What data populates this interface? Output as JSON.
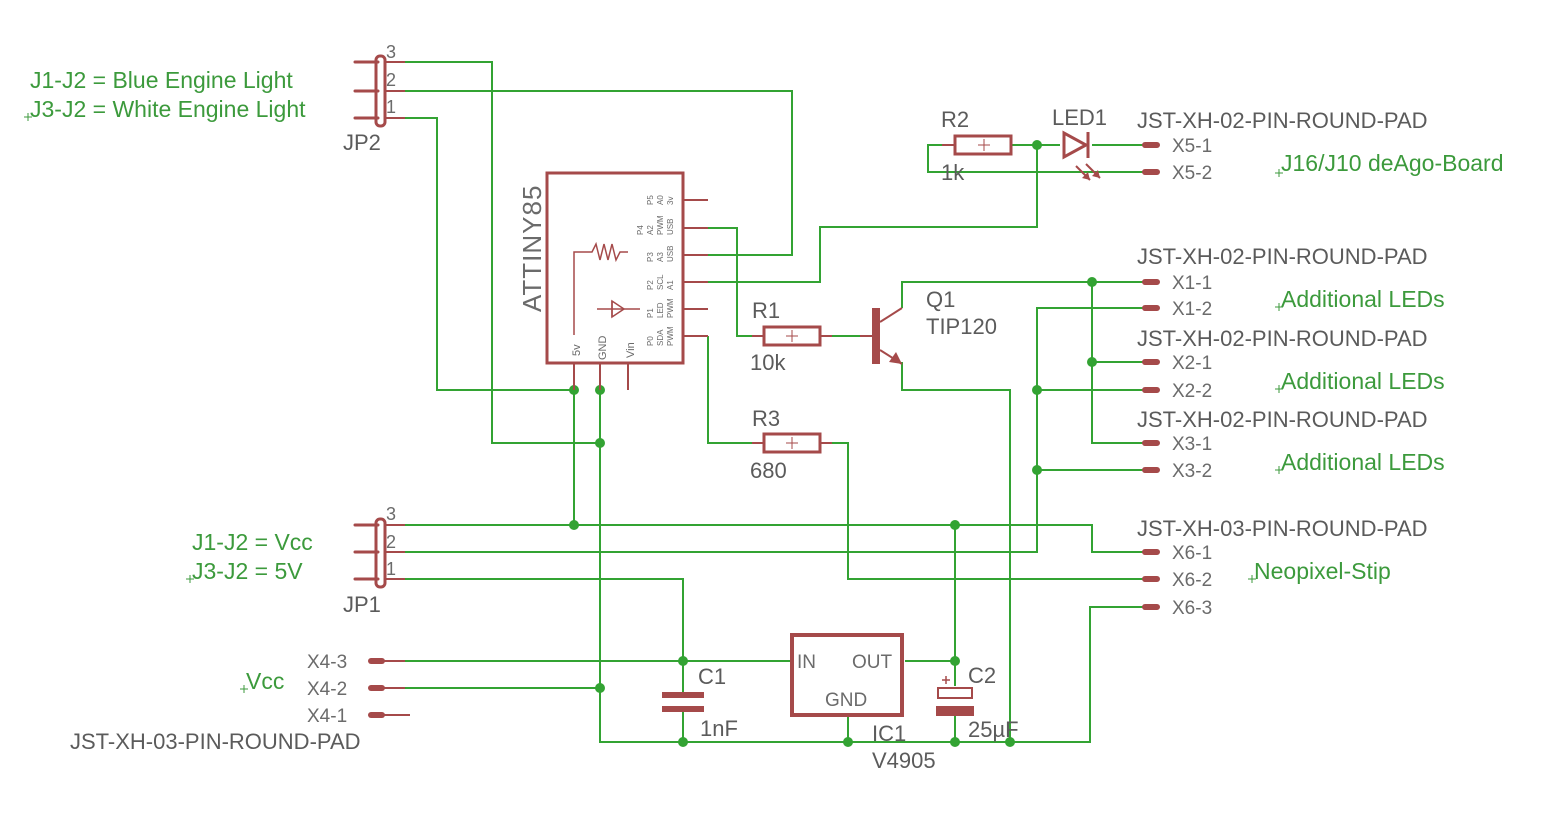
{
  "notes": {
    "jp2_line1": "J1-J2 = Blue Engine Light",
    "jp2_line2": "J3-J2 = White Engine Light",
    "jp1_line1": "J1-J2 = Vcc",
    "jp1_line2": "J3-J2 = 5V",
    "vcc": "Vcc",
    "deago": "J16/J10 deAgo-Board",
    "additional_1": "Additional LEDs",
    "additional_2": "Additional LEDs",
    "additional_3": "Additional LEDs",
    "neopixel": "Neopixel-Stip"
  },
  "jp2": {
    "name": "JP2",
    "pins": [
      "3",
      "2",
      "1"
    ]
  },
  "jp1": {
    "name": "JP1",
    "pins": [
      "3",
      "2",
      "1"
    ]
  },
  "attiny": {
    "name": "ATTINY85",
    "bottom_pins": [
      "5v",
      "GND",
      "Vin"
    ],
    "right_pins": [
      [
        "P5",
        "A0",
        "3v"
      ],
      [
        "P4",
        "A2",
        "PWM",
        "USB"
      ],
      [
        "P3",
        "A3",
        "USB"
      ],
      [
        "P2",
        "SCL",
        "A1"
      ],
      [
        "P1",
        "LED",
        "PWM"
      ],
      [
        "P0",
        "SDA",
        "PWM"
      ]
    ]
  },
  "r1": {
    "name": "R1",
    "value": "10k"
  },
  "r2": {
    "name": "R2",
    "value": "1k"
  },
  "r3": {
    "name": "R3",
    "value": "680"
  },
  "led1": {
    "name": "LED1"
  },
  "q1": {
    "name": "Q1",
    "value": "TIP120"
  },
  "c1": {
    "name": "C1",
    "value": "1nF"
  },
  "c2": {
    "name": "C2",
    "value": "25µF"
  },
  "ic1": {
    "name": "IC1",
    "value": "V4905",
    "pin_in": "IN",
    "pin_out": "OUT",
    "pin_gnd": "GND"
  },
  "x5": {
    "type": "JST-XH-02-PIN-ROUND-PAD",
    "pins": [
      "X5-1",
      "X5-2"
    ]
  },
  "x1": {
    "type": "JST-XH-02-PIN-ROUND-PAD",
    "pins": [
      "X1-1",
      "X1-2"
    ]
  },
  "x2": {
    "type": "JST-XH-02-PIN-ROUND-PAD",
    "pins": [
      "X2-1",
      "X2-2"
    ]
  },
  "x3": {
    "type": "JST-XH-02-PIN-ROUND-PAD",
    "pins": [
      "X3-1",
      "X3-2"
    ]
  },
  "x6": {
    "type": "JST-XH-03-PIN-ROUND-PAD",
    "pins": [
      "X6-1",
      "X6-2",
      "X6-3"
    ]
  },
  "x4": {
    "type": "JST-XH-03-PIN-ROUND-PAD",
    "pins": [
      "X4-3",
      "X4-2",
      "X4-1"
    ]
  }
}
